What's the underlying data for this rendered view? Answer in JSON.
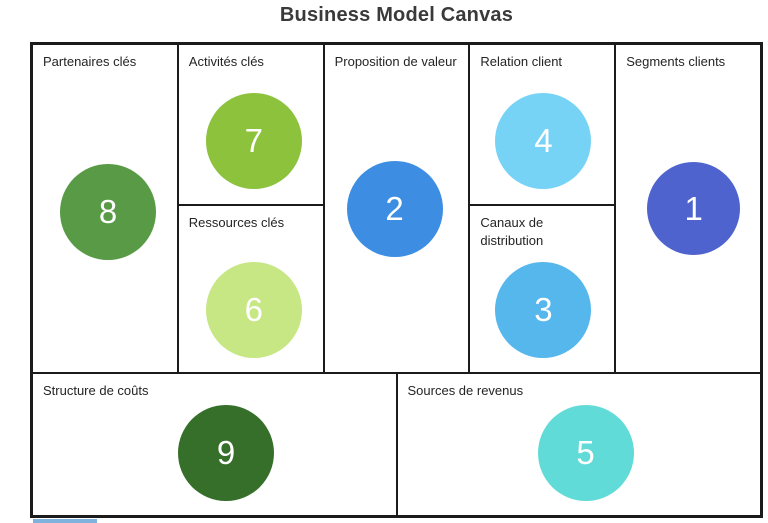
{
  "title": "Business Model Canvas",
  "cells": {
    "partenaires": {
      "label": "Partenaires clés",
      "number": "8",
      "color": "#589a45"
    },
    "activites": {
      "label": "Activités clés",
      "number": "7",
      "color": "#8cc23c"
    },
    "ressources": {
      "label": "Ressources clés",
      "number": "6",
      "color": "#c6e784"
    },
    "proposition": {
      "label": "Proposition de valeur",
      "number": "2",
      "color": "#3d8ee2"
    },
    "relation": {
      "label": "Relation client",
      "number": "4",
      "color": "#77d3f6"
    },
    "canaux": {
      "label": "Canaux de distribution",
      "number": "3",
      "color": "#55b7ec"
    },
    "segments": {
      "label": "Segments clients",
      "number": "1",
      "color": "#4f63ce"
    },
    "structure": {
      "label": "Structure de coûts",
      "number": "9",
      "color": "#366f29"
    },
    "sources": {
      "label": "Sources de revenus",
      "number": "5",
      "color": "#61dbd7"
    }
  },
  "accent_colors": {
    "border": "#1b1b1b",
    "title_text": "#3a3a3a",
    "label_text": "#242424",
    "circle_text": "#ffffff",
    "cutoff_line": "#7fb3de"
  }
}
